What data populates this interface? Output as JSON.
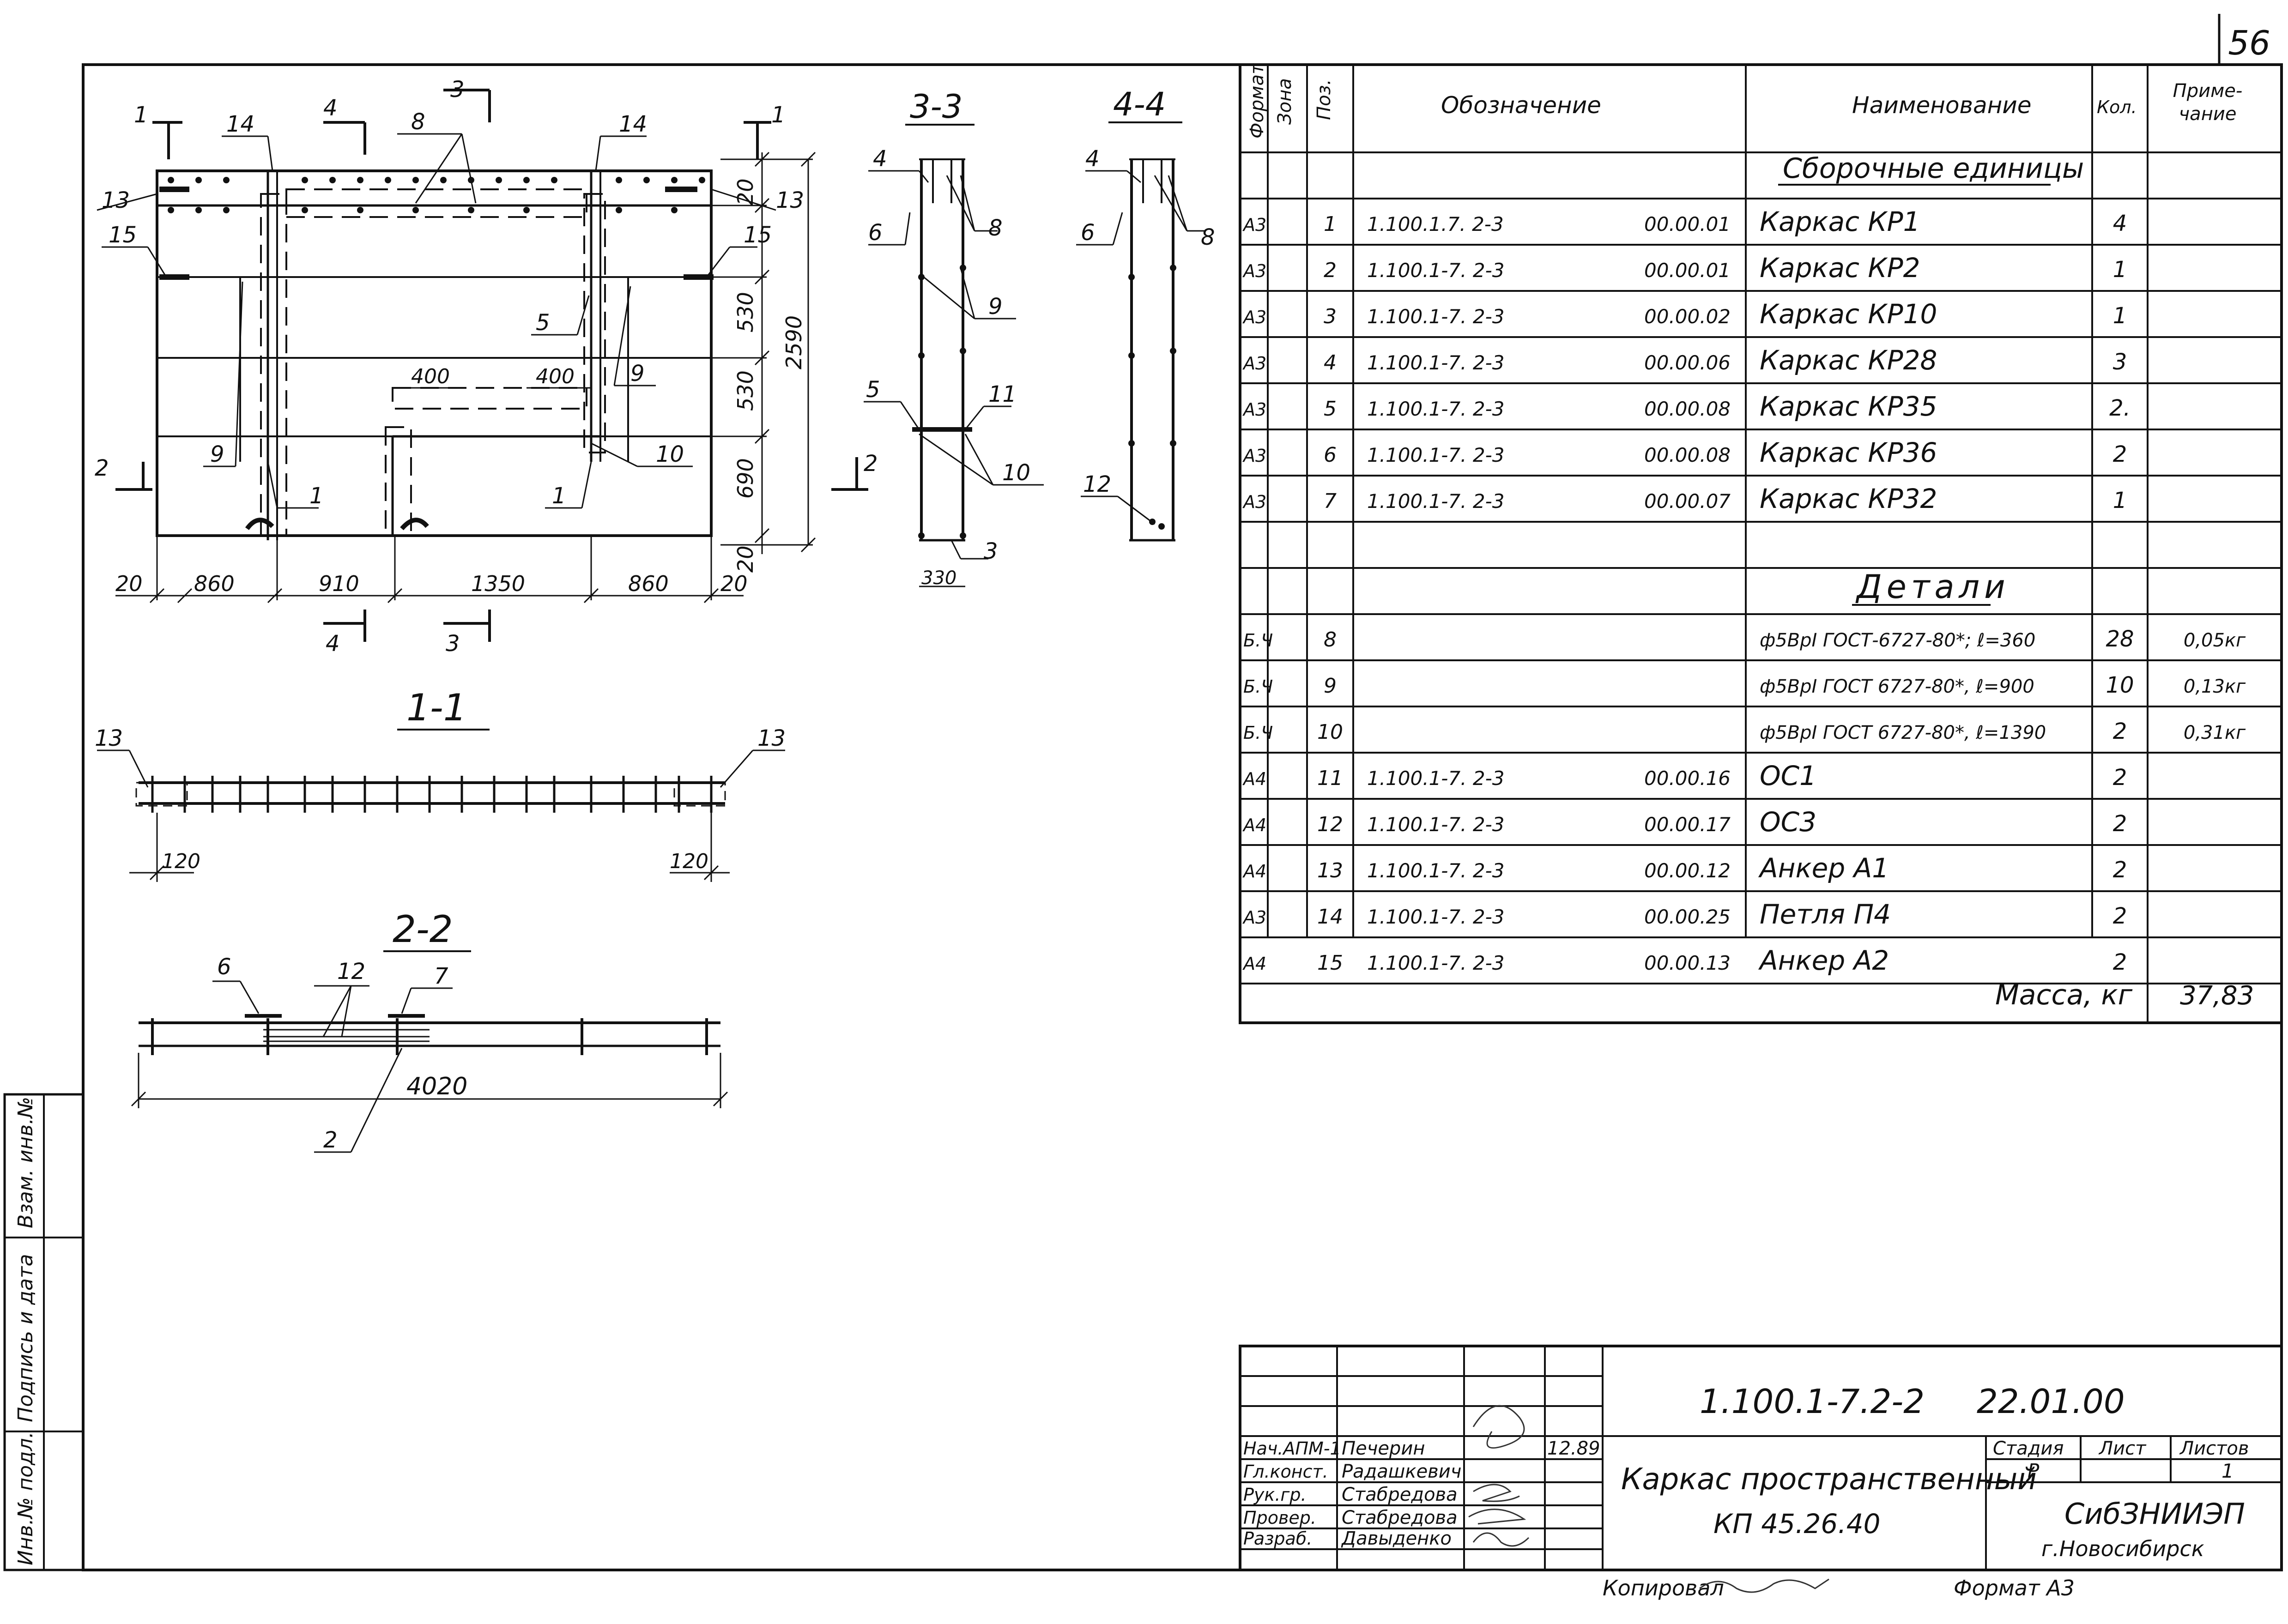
{
  "page_number": "56",
  "views": {
    "s33": "3-3",
    "s44": "4-4",
    "s11": "1-1",
    "s22": "2-2"
  },
  "main_view": {
    "dims_right": [
      "20",
      "530",
      "530",
      "690",
      "20"
    ],
    "dim_overall": "2590",
    "dims_bottom": [
      "20",
      "860",
      "910",
      "1350",
      "860",
      "20"
    ],
    "dims_inner": [
      "400",
      "400"
    ],
    "marks": [
      {
        "id": "1a",
        "t": "1"
      },
      {
        "id": "1b",
        "t": "1"
      },
      {
        "id": "2a",
        "t": "2"
      },
      {
        "id": "2b",
        "t": "2"
      },
      {
        "id": "3a",
        "t": "3"
      },
      {
        "id": "3b",
        "t": "3"
      },
      {
        "id": "4a",
        "t": "4"
      },
      {
        "id": "4b",
        "t": "4"
      },
      {
        "id": "p8",
        "t": "8"
      },
      {
        "id": "p14a",
        "t": "14"
      },
      {
        "id": "p14b",
        "t": "14"
      },
      {
        "id": "p13a",
        "t": "13"
      },
      {
        "id": "p13b",
        "t": "13"
      },
      {
        "id": "p15a",
        "t": "15"
      },
      {
        "id": "p15b",
        "t": "15"
      },
      {
        "id": "p5",
        "t": "5"
      },
      {
        "id": "p9a",
        "t": "9"
      },
      {
        "id": "p9b",
        "t": "9"
      },
      {
        "id": "p10",
        "t": "10"
      },
      {
        "id": "p1a",
        "t": "1"
      },
      {
        "id": "p1b",
        "t": "1"
      }
    ]
  },
  "section_33": {
    "marks": [
      "4",
      "8",
      "6",
      "9",
      "5",
      "11",
      "10",
      "3"
    ],
    "dim": "330"
  },
  "section_44": {
    "marks": [
      "4",
      "8",
      "6",
      "12"
    ]
  },
  "section_11": {
    "marks": [
      "13",
      "13"
    ],
    "dims": [
      "120",
      "120"
    ]
  },
  "section_22": {
    "marks": [
      "6",
      "12",
      "7",
      "2"
    ],
    "dim": "4020"
  },
  "spec": {
    "headers": {
      "format": "Формат",
      "zone": "Зона",
      "pos": "Поз.",
      "designation": "Обозначение",
      "name": "Наименование",
      "qty": "Кол.",
      "note": "Приме-\nчание"
    },
    "group_assembly": "Сборочные единицы",
    "group_details": "Детали",
    "rows": [
      {
        "fmt": "А3",
        "pos": "1",
        "des": "1.100.1.7. 2-3",
        "code": "00.00.01",
        "name": "Каркас   КР1",
        "qty": "4",
        "note": ""
      },
      {
        "fmt": "А3",
        "pos": "2",
        "des": "1.100.1-7. 2-3",
        "code": "00.00.01",
        "name": "Каркас   КР2",
        "qty": "1",
        "note": ""
      },
      {
        "fmt": "А3",
        "pos": "3",
        "des": "1.100.1-7. 2-3",
        "code": "00.00.02",
        "name": "Каркас   КР10",
        "qty": "1",
        "note": ""
      },
      {
        "fmt": "А3",
        "pos": "4",
        "des": "1.100.1-7. 2-3",
        "code": "00.00.06",
        "name": "Каркас   КР28",
        "qty": "3",
        "note": ""
      },
      {
        "fmt": "А3",
        "pos": "5",
        "des": "1.100.1-7. 2-3",
        "code": "00.00.08",
        "name": "Каркас   КР35",
        "qty": "2.",
        "note": ""
      },
      {
        "fmt": "А3",
        "pos": "6",
        "des": "1.100.1-7. 2-3",
        "code": "00.00.08",
        "name": "Каркас   КР36",
        "qty": "2",
        "note": ""
      },
      {
        "fmt": "А3",
        "pos": "7",
        "des": "1.100.1-7. 2-3",
        "code": "00.00.07",
        "name": "Каркас   КР32",
        "qty": "1",
        "note": ""
      },
      {
        "fmt": "Б.Ч",
        "pos": "8",
        "des": "",
        "code": "",
        "name": "ф5ВрI ГОСТ-6727-80*; ℓ=360",
        "qty": "28",
        "note": "0,05кг"
      },
      {
        "fmt": "Б.Ч",
        "pos": "9",
        "des": "",
        "code": "",
        "name": "ф5ВрI ГОСТ 6727-80*, ℓ=900",
        "qty": "10",
        "note": "0,13кг"
      },
      {
        "fmt": "Б.Ч",
        "pos": "10",
        "des": "",
        "code": "",
        "name": "ф5ВрI ГОСТ 6727-80*, ℓ=1390",
        "qty": "2",
        "note": "0,31кг"
      },
      {
        "fmt": "А4",
        "pos": "11",
        "des": "1.100.1-7. 2-3",
        "code": "00.00.16",
        "name": "ОС1",
        "qty": "2",
        "note": ""
      },
      {
        "fmt": "А4",
        "pos": "12",
        "des": "1.100.1-7. 2-3",
        "code": "00.00.17",
        "name": "ОС3",
        "qty": "2",
        "note": ""
      },
      {
        "fmt": "А4",
        "pos": "13",
        "des": "1.100.1-7. 2-3",
        "code": "00.00.12",
        "name": "Анкер  А1",
        "qty": "2",
        "note": ""
      },
      {
        "fmt": "А3",
        "pos": "14",
        "des": "1.100.1-7. 2-3",
        "code": "00.00.25",
        "name": "Петля  П4",
        "qty": "2",
        "note": ""
      },
      {
        "fmt": "А4",
        "pos": "15",
        "des": "1.100.1-7. 2-3",
        "code": "00.00.13",
        "name": "Анкер   А2",
        "qty": "2",
        "note": ""
      }
    ],
    "mass_label": "Масса, кг",
    "mass_value": "37,83"
  },
  "side_stamp": [
    "Инв.№ подл.",
    "Подпись и дата",
    "Взам. инв.№"
  ],
  "title_block": {
    "designation": "1.100.1-7.2-2",
    "sheet_code": "22.01.00",
    "title_line1": "Каркас пространственный",
    "title_line2": "КП 45.26.40",
    "stage_label": "Стадия",
    "sheet_label": "Лист",
    "sheets_label": "Листов",
    "stage": "Р",
    "sheets": "1",
    "org": "СибЗНИИЭП",
    "city": "г.Новосибирск",
    "date": "12.89",
    "roles": [
      {
        "role": "Нач.АПМ-1",
        "name": "Печерин"
      },
      {
        "role": "Гл.конст.",
        "name": "Радашкевич"
      },
      {
        "role": "Рук.гр.",
        "name": "Стабредова"
      },
      {
        "role": "Провер.",
        "name": "Стабредова"
      },
      {
        "role": "Разраб.",
        "name": "Давыденко"
      }
    ],
    "copied_label": "Копировал",
    "format_label": "Формат А3"
  }
}
